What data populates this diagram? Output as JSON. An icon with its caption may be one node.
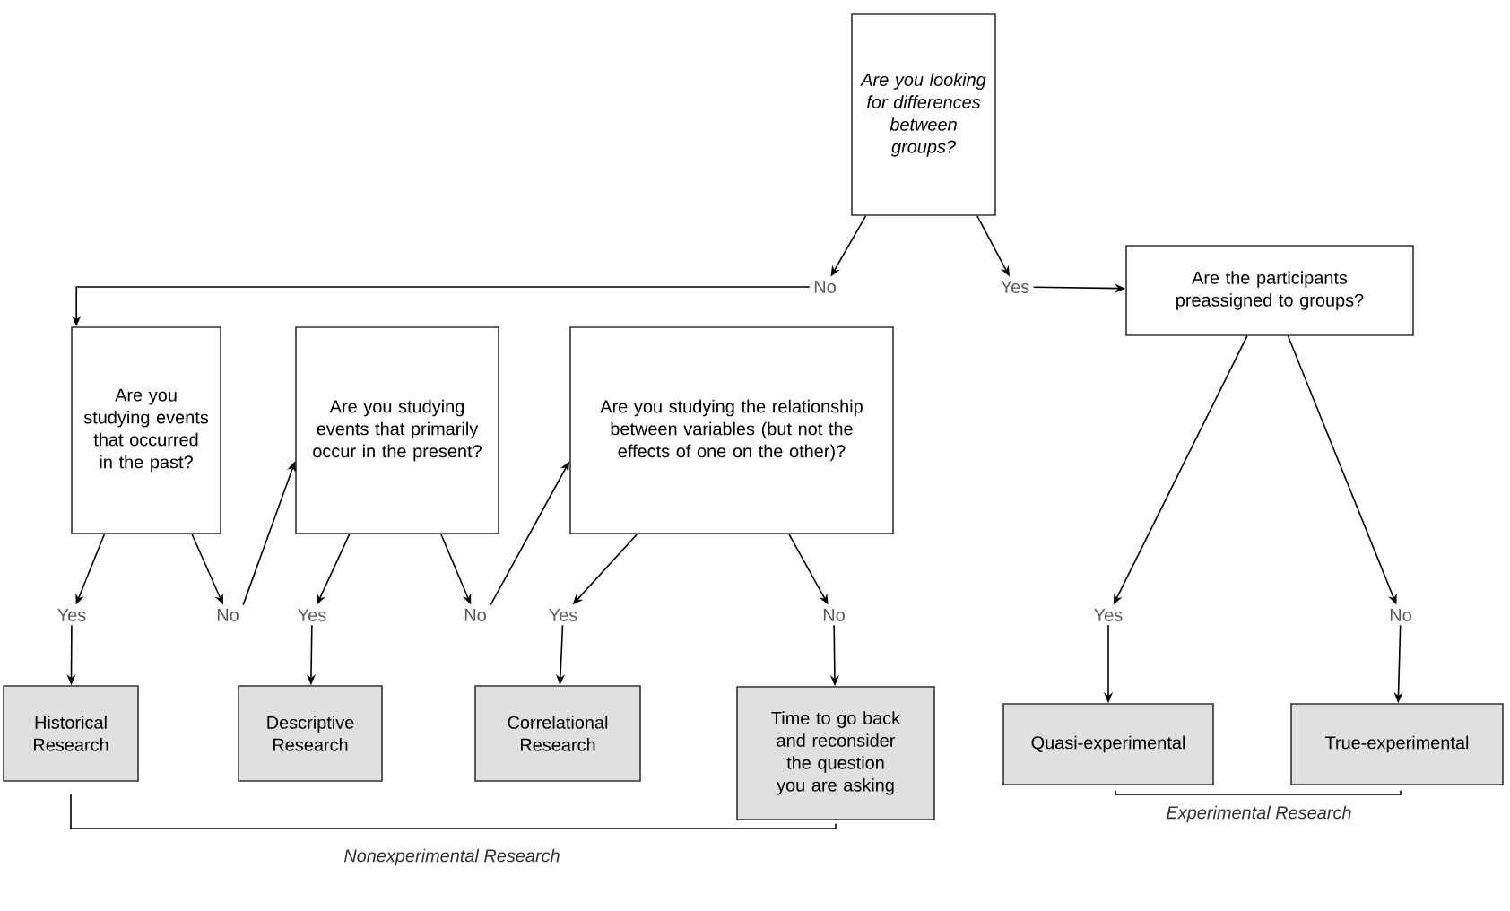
{
  "diagram": {
    "nodes": [
      {
        "text": [
          "Are you looking for differences between groups?"
        ]
      },
      {
        "text": [
          "No"
        ]
      },
      {
        "text": [
          "Yes"
        ]
      },
      {
        "text": [
          "Are the participants preassigned to groups?"
        ]
      },
      {
        "text": [
          "Are you studying events that occurred in the past?"
        ]
      },
      {
        "text": [
          "Are you studying events that primarily occur in the present?"
        ]
      },
      {
        "text": [
          "Are you studying the relationship between variables (but not the effects of one on the other)?"
        ]
      },
      {
        "text": [
          "Yes"
        ]
      },
      {
        "text": [
          "No"
        ]
      },
      {
        "text": [
          "Yes"
        ]
      },
      {
        "text": [
          "No"
        ]
      },
      {
        "text": [
          "Yes"
        ]
      },
      {
        "text": [
          "No"
        ]
      },
      {
        "text": [
          "Historical Research"
        ]
      },
      {
        "text": [
          "Descriptive Research"
        ]
      },
      {
        "text": [
          "Correlational Research"
        ]
      },
      {
        "text": [
          "Time to go back and reconsider the question you are asking"
        ]
      },
      {
        "text": [
          "Yes"
        ]
      },
      {
        "text": [
          "No"
        ]
      },
      {
        "text": [
          "Quasi-experimental"
        ]
      },
      {
        "text": [
          "True-experimental"
        ]
      }
    ],
    "edges": [
      {
        "from": 0,
        "to": 1,
        "arrow": "to"
      },
      {
        "from": 0,
        "to": 2,
        "arrow": "to"
      },
      {
        "from": 1,
        "to": 4,
        "arrow": "to"
      },
      {
        "from": 2,
        "to": 3,
        "arrow": "to"
      },
      {
        "from": 4,
        "to": 7,
        "arrow": "to"
      },
      {
        "from": 4,
        "to": 8,
        "arrow": "to"
      },
      {
        "from": 7,
        "to": 13,
        "arrow": "to"
      },
      {
        "from": 8,
        "to": 5,
        "arrow": "to"
      },
      {
        "from": 5,
        "to": 9,
        "arrow": "to"
      },
      {
        "from": 5,
        "to": 10,
        "arrow": "to"
      },
      {
        "from": 9,
        "to": 14,
        "arrow": "to"
      },
      {
        "from": 10,
        "to": 6,
        "arrow": "to"
      },
      {
        "from": 6,
        "to": 11,
        "arrow": "to"
      },
      {
        "from": 6,
        "to": 12,
        "arrow": "to"
      },
      {
        "from": 11,
        "to": 15,
        "arrow": "to"
      },
      {
        "from": 12,
        "to": 16,
        "arrow": "to"
      },
      {
        "from": 3,
        "to": 17,
        "arrow": "to"
      },
      {
        "from": 3,
        "to": 18,
        "arrow": "to"
      },
      {
        "from": 17,
        "to": 19,
        "arrow": "to"
      },
      {
        "from": 18,
        "to": 20,
        "arrow": "to"
      }
    ],
    "labels": [
      "Nonexperimental Research",
      "Experimental Research"
    ]
  }
}
